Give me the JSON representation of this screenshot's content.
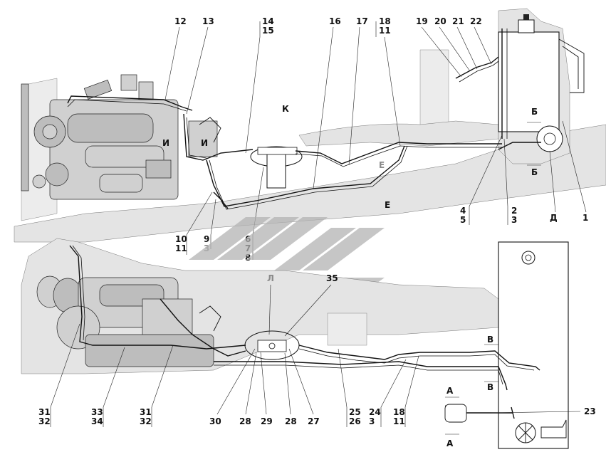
{
  "labels_top": [
    "12",
    "13",
    "14",
    "15",
    "16",
    "17",
    "18",
    "11",
    "19",
    "20",
    "21",
    "22"
  ],
  "labels_right": [
    "Б",
    "Б",
    "Д",
    "1",
    "4",
    "5",
    "2",
    "3",
    "Е",
    "Е",
    "К",
    "И",
    "И"
  ],
  "labels_mid": [
    "10",
    "11",
    "9",
    "3",
    "6",
    "7",
    "8"
  ],
  "labels_bottom_view": [
    "Л",
    "35",
    "В",
    "В",
    "23",
    "А",
    "А"
  ],
  "labels_bottom": [
    "31",
    "32",
    "33",
    "34",
    "31",
    "32",
    "30",
    "28",
    "29",
    "28",
    "27",
    "25",
    "26",
    "24",
    "3",
    "18",
    "11"
  ],
  "colors": {
    "line": "#111111",
    "watermark": "#b3b3b3",
    "background": "#ffffff"
  }
}
